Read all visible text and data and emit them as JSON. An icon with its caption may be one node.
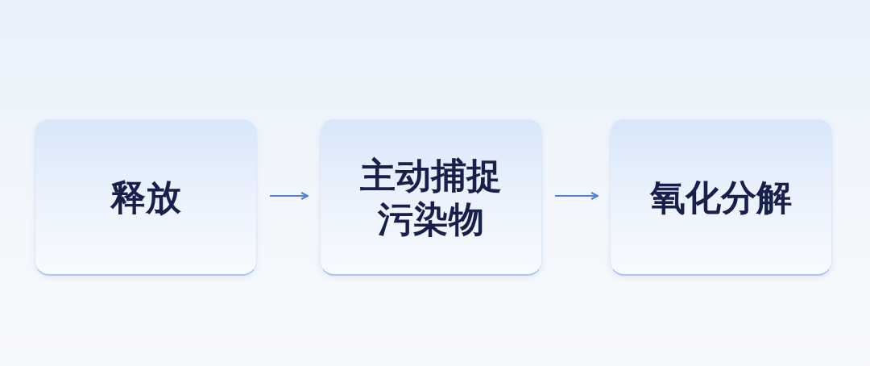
{
  "diagram": {
    "nodes": [
      {
        "text": [
          "释放"
        ]
      },
      {
        "text": [
          "主动捕捉污染物"
        ]
      },
      {
        "text": [
          "氧化分解"
        ]
      }
    ],
    "edges": [
      {
        "from": 0,
        "to": 1,
        "arrow": "to"
      },
      {
        "from": 1,
        "to": 2,
        "arrow": "to"
      }
    ]
  }
}
